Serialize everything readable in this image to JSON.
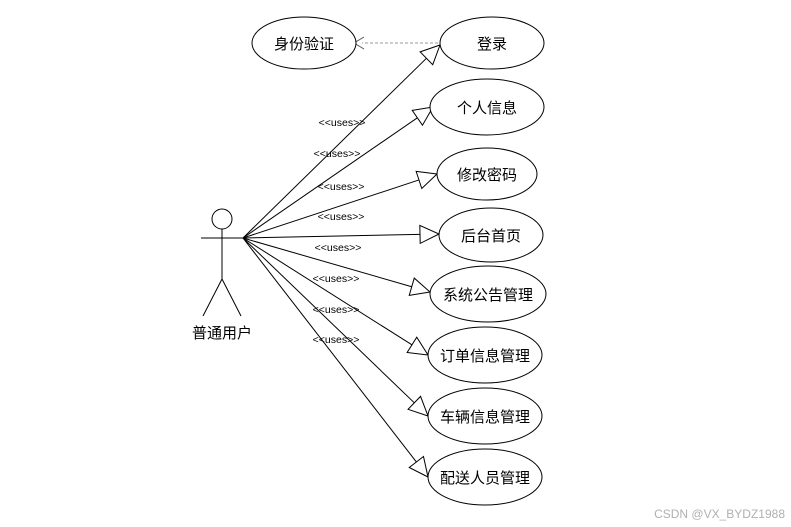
{
  "actor": {
    "name": "普通用户"
  },
  "stereotype": "<<uses>>",
  "use_cases": [
    {
      "id": "login",
      "label": "登录"
    },
    {
      "id": "personal-info",
      "label": "个人信息"
    },
    {
      "id": "change-password",
      "label": "修改密码"
    },
    {
      "id": "backend-home",
      "label": "后台首页"
    },
    {
      "id": "system-notice-mgmt",
      "label": "系统公告管理"
    },
    {
      "id": "order-info-mgmt",
      "label": "订单信息管理"
    },
    {
      "id": "vehicle-info-mgmt",
      "label": "车辆信息管理"
    },
    {
      "id": "delivery-staff-mgmt",
      "label": "配送人员管理"
    }
  ],
  "included_case": {
    "id": "identity-verification",
    "label": "身份验证"
  },
  "watermark": "CSDN @VX_BYDZ1988"
}
